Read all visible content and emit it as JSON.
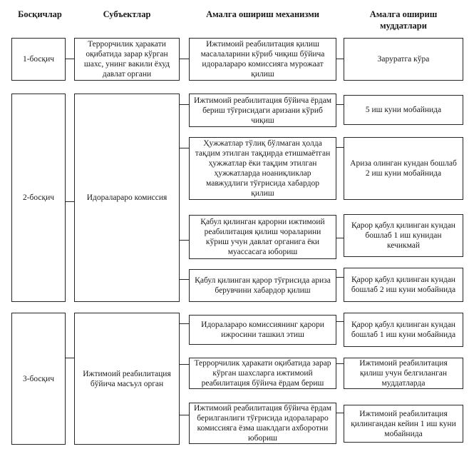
{
  "headers": [
    {
      "label": "Босқичлар"
    },
    {
      "label": "Субъектлар"
    },
    {
      "label": "Амалга ошириш механизми"
    },
    {
      "label": "Амалга ошириш муддатлари"
    }
  ],
  "sections": [
    {
      "stage": "1-босқич",
      "subject": "Террорчилик ҳаракати оқибатида зарар кўрган шахс, унинг вакили ёхуд давлат органи",
      "rows": [
        {
          "mechanism": "Ижтимоий реабилитация қилиш масалаларини кўриб чиқиш бўйича идоралараро комиссияга мурожаат қилиш",
          "deadline": "Заруратга кўра"
        }
      ]
    },
    {
      "stage": "2-босқич",
      "subject": "Идоралараро комиссия",
      "rows": [
        {
          "mechanism": "Ижтимоий реабилитация бўйича ёрдам бериш тўғрисидаги аризани кўриб чиқиш",
          "deadline": "5 иш куни мобайнида"
        },
        {
          "mechanism": "Ҳужжатлар тўлиқ бўлмаган ҳолда тақдим этилган тақдирда етишмаётган ҳужжатлар ёки тақдим этилган ҳужжатларда ноаниқликлар мавжудлиги тўғрисида хабардор қилиш",
          "deadline": "Ариза олинган кундан бошлаб 2 иш куни мобайнида"
        },
        {
          "mechanism": "Қабул қилинган қарорни ижтимоий реабилитация қилиш чораларини кўриш учун давлат органига ёки муассасага юбориш",
          "deadline": "Қарор қабул қилинган кундан бошлаб 1 иш кунидан кечикмай"
        },
        {
          "mechanism": "Қабул қилинган қарор тўғрисида ариза берувчини хабардор қилиш",
          "deadline": "Қарор қабул қилинган кундан бошлаб 2 иш куни мобайнида"
        }
      ]
    },
    {
      "stage": "3-босқич",
      "subject": "Ижтимоий реабилитация бўйича масъул орган",
      "rows": [
        {
          "mechanism": "Идоралараро комиссиянинг қарори ижросини ташкил этиш",
          "deadline": "Қарор қабул қилинган кундан бошлаб 1 иш куни мобайнида"
        },
        {
          "mechanism": "Террорчилик ҳаракати оқибатида зарар кўрган шахсларга ижтимоий реабилитация бўйича ёрдам бериш",
          "deadline": "Ижтимоий реабилитация қилиш учун белгиланган муддатларда"
        },
        {
          "mechanism": "Ижтимоий реабилитация бўйича ёрдам берилганлиги тўғрисида идоралараро комиссияга ёзма шаклдаги ахборотни юбориш",
          "deadline": "Ижтимоий реабилитация қилингандан кейин 1 иш куни мобайнида"
        }
      ]
    }
  ],
  "colors": {
    "border": "#262626",
    "text": "#1a1a1a",
    "background": "#ffffff"
  }
}
